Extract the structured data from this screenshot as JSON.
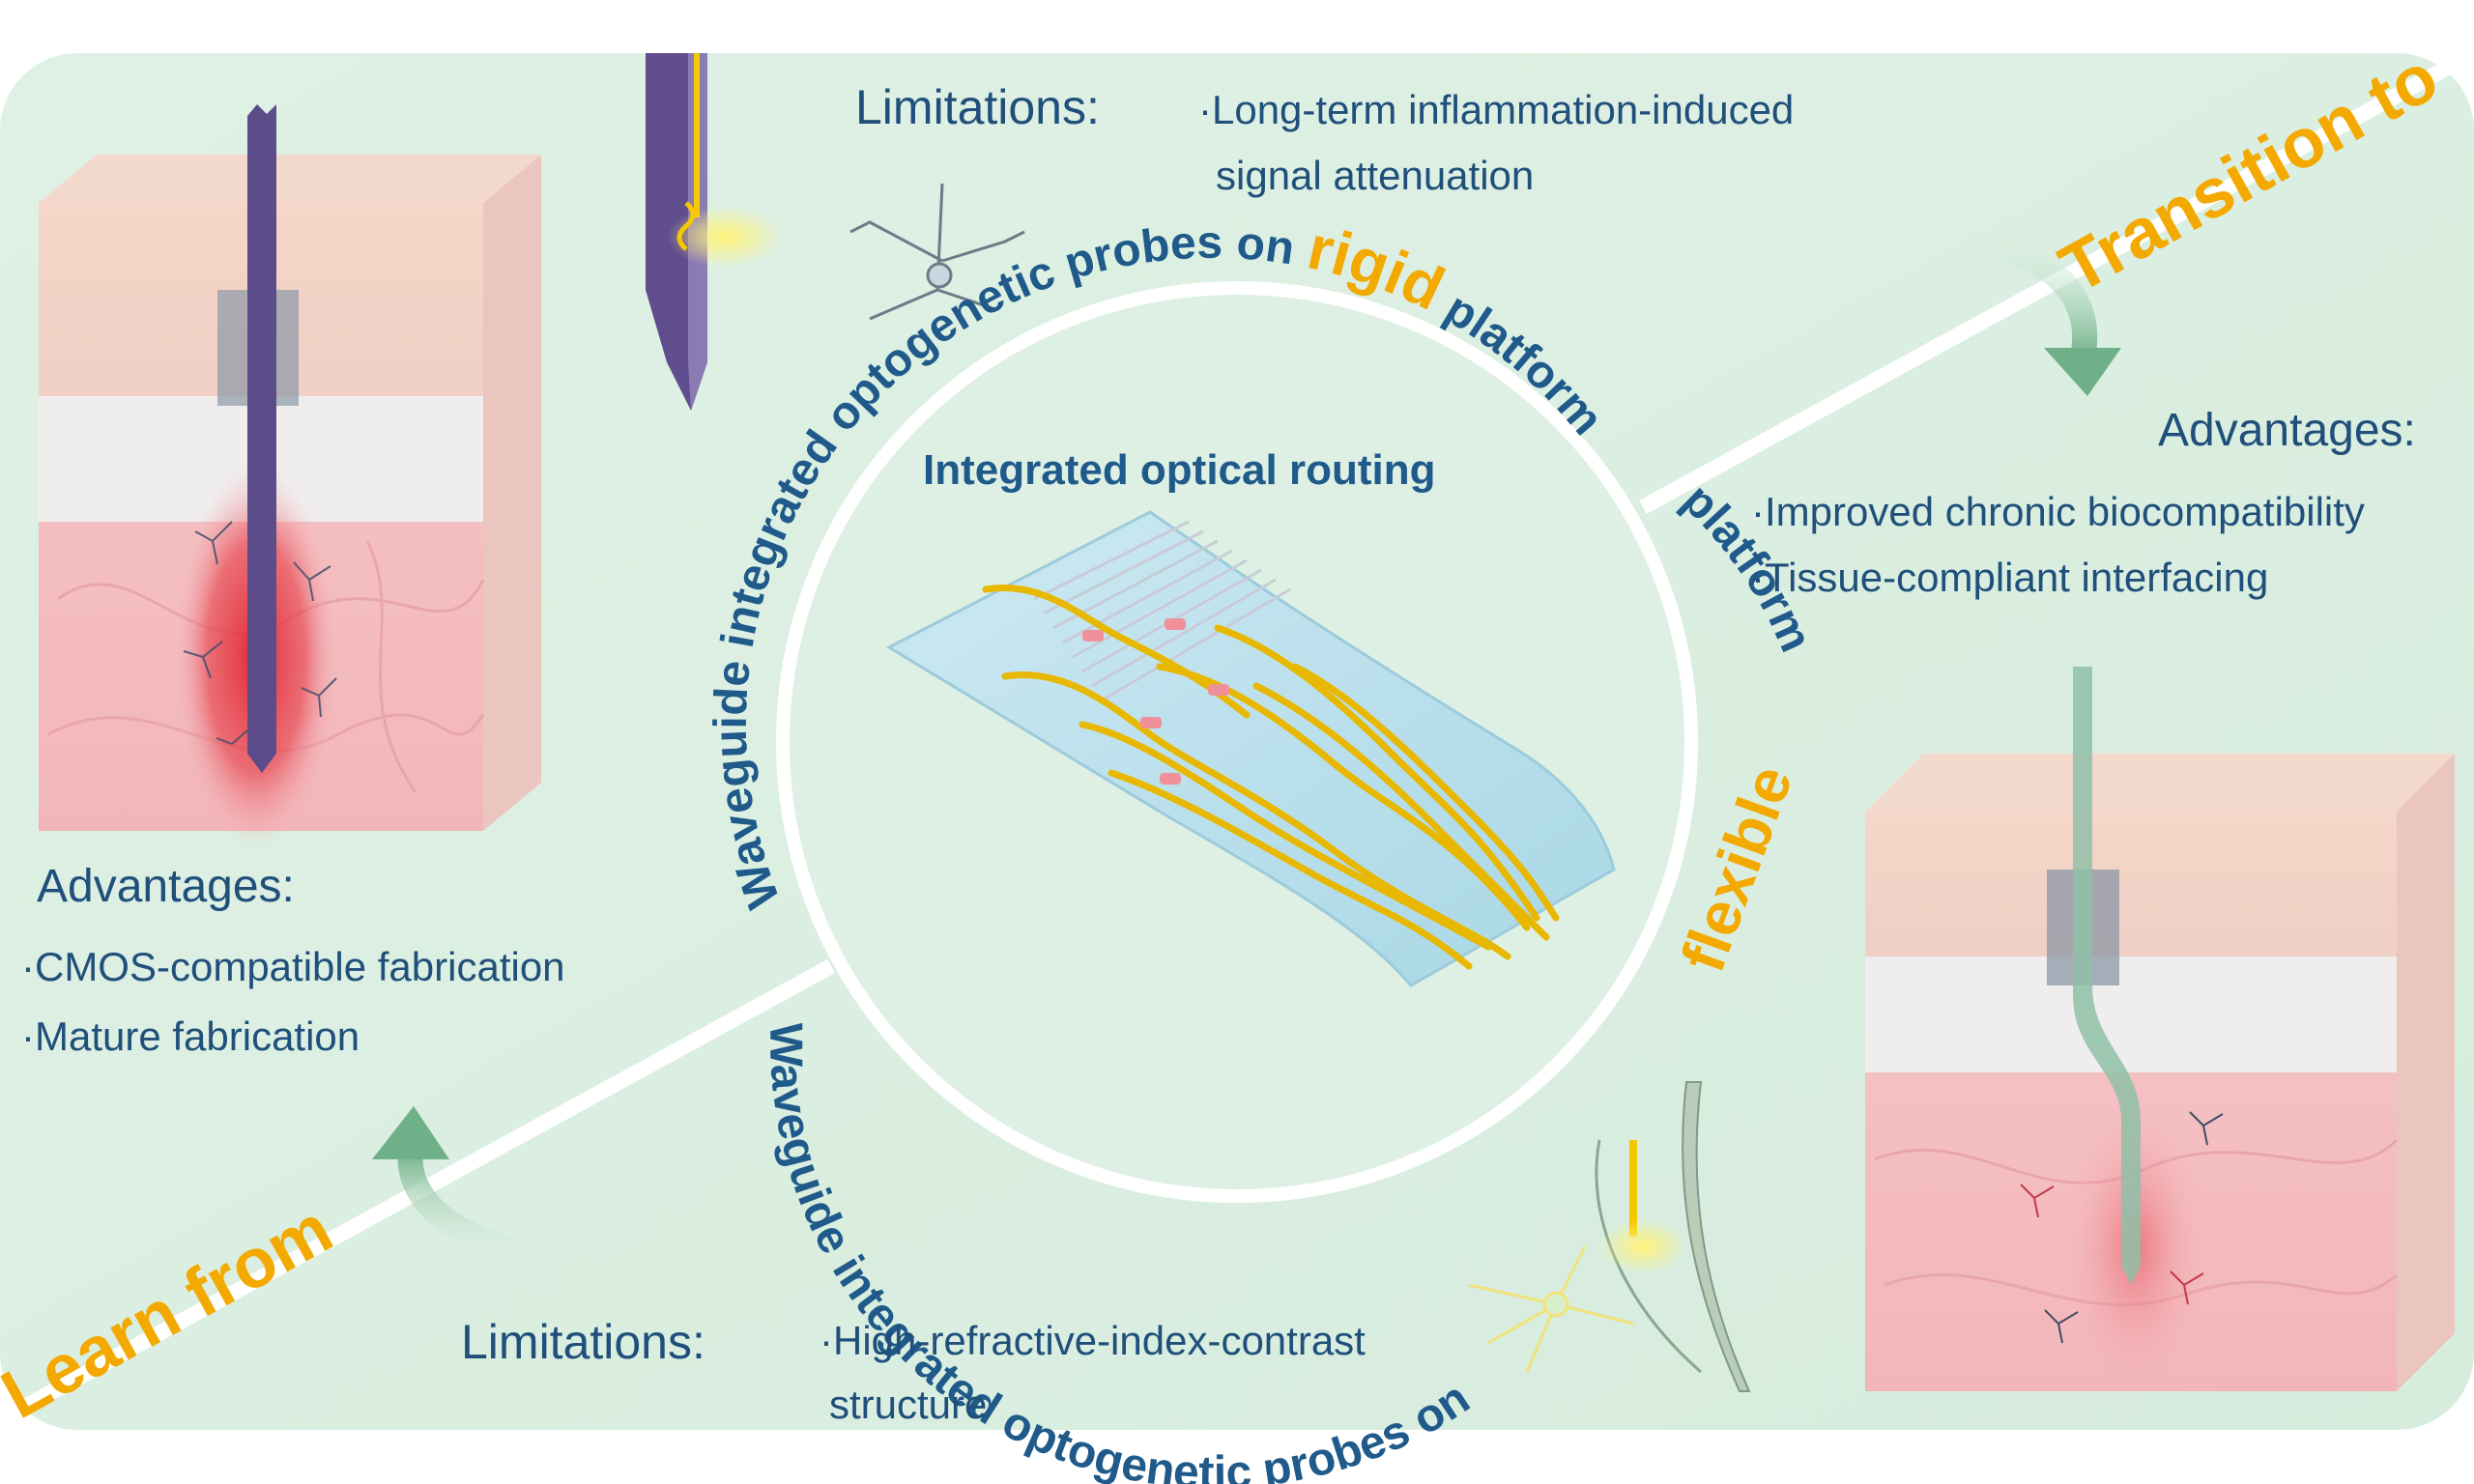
{
  "colors": {
    "background": "#dcefe2",
    "text": "#1f4f7a",
    "accent": "#f3a900",
    "arrow": "#7db894"
  },
  "top_limitations": {
    "label": "Limitations:",
    "items": [
      "·Long-term inflammation-induced",
      "signal attenuation"
    ]
  },
  "left_advantages": {
    "label": "Advantages:",
    "items": [
      "·CMOS-compatible fabrication",
      "·Mature fabrication"
    ]
  },
  "right_advantages": {
    "label": "Advantages:",
    "items": [
      "·Improved chronic biocompatibility",
      "·Tissue-compliant interfacing"
    ]
  },
  "bottom_limitations": {
    "label": "Limitations:",
    "items": [
      "·High-refractive-index-contrast",
      "structure"
    ]
  },
  "center": {
    "title": "Integrated optical routing"
  },
  "ring_top": {
    "part1": "Waveguide integrated optogenetic probes on ",
    "highlight": "rigid",
    "part2": " platform"
  },
  "ring_right": {
    "part1": "flexible",
    "part2": " platform"
  },
  "ring_bottom": {
    "text": "Waveguide integrated optogenetic probes on "
  },
  "transition_label": "Transition to",
  "learn_label": "Learn from"
}
